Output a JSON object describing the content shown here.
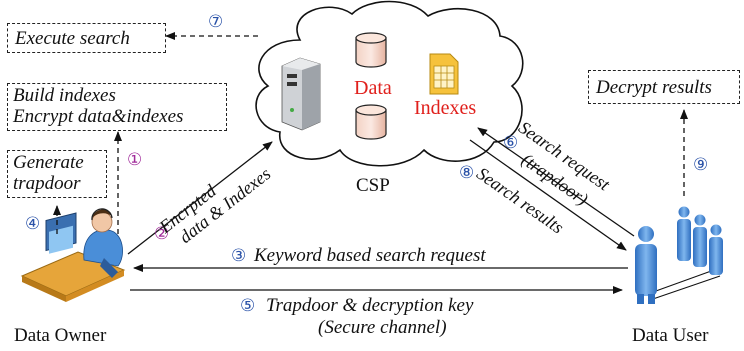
{
  "diagram": {
    "actors": {
      "owner": "Data Owner",
      "user": "Data User",
      "cloud": "CSP"
    },
    "cloud": {
      "data_label": "Data",
      "indexes_label": "Indexes"
    },
    "boxes": {
      "execute_search": "Execute search",
      "build_line1": "Build indexes",
      "build_line2": "Encrypt data&indexes",
      "generate_line1": "Generate",
      "generate_line2": "trapdoor",
      "decrypt_results": "Decrypt results"
    },
    "steps": [
      {
        "num": "①",
        "color": "#a02a9a"
      },
      {
        "num": "②",
        "color": "#a02a9a",
        "line1": "Encrpted",
        "line2": "data & Indexes"
      },
      {
        "num": "③",
        "color": "#2a52a8",
        "line1": "Keyword based search request"
      },
      {
        "num": "④",
        "color": "#2a52a8"
      },
      {
        "num": "⑤",
        "color": "#2a52a8",
        "line1": "Trapdoor & decryption key",
        "line2": "(Secure channel)"
      },
      {
        "num": "⑥",
        "color": "#2a52a8",
        "line1": "Search request",
        "line2": "(trapdoor)"
      },
      {
        "num": "⑦",
        "color": "#2a52a8"
      },
      {
        "num": "⑧",
        "color": "#2a52a8",
        "line1": "Search results"
      },
      {
        "num": "⑨",
        "color": "#2a52a8"
      }
    ],
    "colors": {
      "red_text": "#e0201c",
      "line": "#111111",
      "person_blue": "#4a8ed8"
    }
  }
}
